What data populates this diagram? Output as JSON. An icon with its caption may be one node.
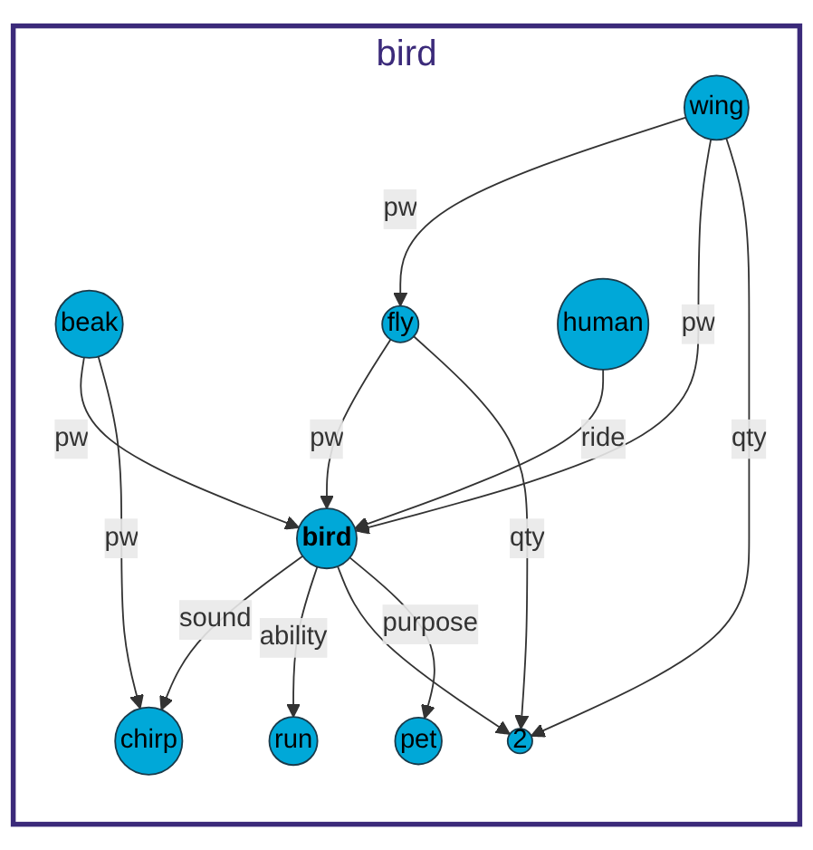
{
  "diagram": {
    "nodes": [
      {
        "text": [
          "bird"
        ]
      },
      {
        "text": [
          "run"
        ],
        "in": 0
      },
      {
        "text": [
          "beak"
        ],
        "in": 0
      },
      {
        "text": [
          "fly"
        ],
        "in": 0
      },
      {
        "text": [
          "bird"
        ],
        "in": 0
      },
      {
        "text": [
          "chirp"
        ],
        "in": 0
      },
      {
        "text": [
          "2"
        ],
        "in": 0
      },
      {
        "text": [
          "pet"
        ],
        "in": 0
      },
      {
        "text": [
          "wing"
        ],
        "in": 0
      },
      {
        "text": [
          "human"
        ],
        "in": 0
      }
    ],
    "edges": [
      {
        "from": 2,
        "to": 4,
        "arrow": "to",
        "label": "pw"
      },
      {
        "from": 2,
        "to": 5,
        "arrow": "to",
        "label": "pw"
      },
      {
        "from": 4,
        "to": 5,
        "arrow": "to",
        "label": "sound"
      },
      {
        "from": 4,
        "to": 1,
        "arrow": "to",
        "label": "ability"
      },
      {
        "from": 3,
        "to": 4,
        "arrow": "to",
        "label": "pw"
      },
      {
        "from": 4,
        "to": 6,
        "arrow": "to"
      },
      {
        "from": 8,
        "to": 3,
        "arrow": "to",
        "label": "pw"
      },
      {
        "from": 8,
        "to": 4,
        "arrow": "to",
        "label": "pw"
      },
      {
        "from": 3,
        "to": 6,
        "arrow": "to",
        "label": "qty"
      },
      {
        "from": 8,
        "to": 6,
        "arrow": "to",
        "label": "qty"
      },
      {
        "from": 4,
        "to": 7,
        "arrow": "to",
        "label": "purpose"
      },
      {
        "from": 9,
        "to": 4,
        "arrow": "to",
        "label": "ride"
      }
    ]
  }
}
